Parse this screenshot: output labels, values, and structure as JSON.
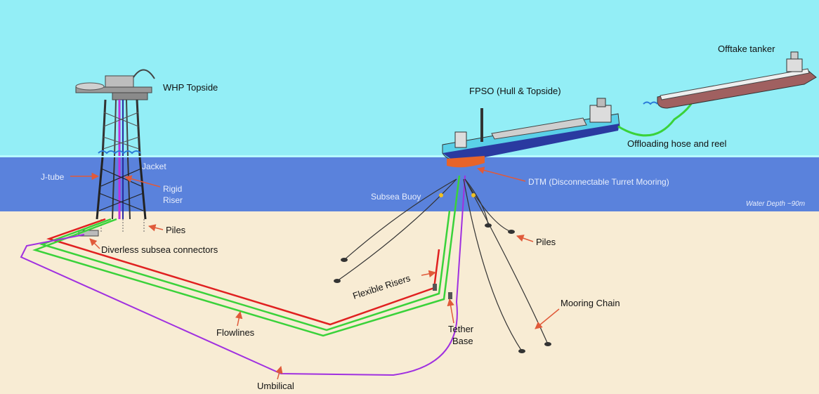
{
  "labels": {
    "whp_topside": "WHP Topside",
    "fpso": "FPSO (Hull & Topside)",
    "offtake_tanker": "Offtake tanker",
    "offloading_hose": "Offloading hose and reel",
    "j_tube": "J-tube",
    "jacket": "Jacket",
    "rigid_riser_line1": "Rigid",
    "rigid_riser_line2": "Riser",
    "dtm": "DTM (Disconnectable Turret Mooring)",
    "subsea_buoy": "Subsea Buoy",
    "water_depth": "Water Depth ~90m",
    "piles_left": "Piles",
    "piles_right": "Piles",
    "diverless": "Diverless subsea connectors",
    "flexible_risers": "Flexible Risers",
    "mooring_chain": "Mooring Chain",
    "flowlines": "Flowlines",
    "tether_line1": "Tether",
    "tether_line2": "Base",
    "umbilical": "Umbilical"
  },
  "colors": {
    "sky": "#93eef6",
    "water": "#5a82dc",
    "seabed": "#f8ecd4",
    "flowline_red": "#e02020",
    "flowline_green": "#3ad23a",
    "umbilical_purple": "#a030e0",
    "arrow": "#e05a3a",
    "mooring": "#333333"
  }
}
